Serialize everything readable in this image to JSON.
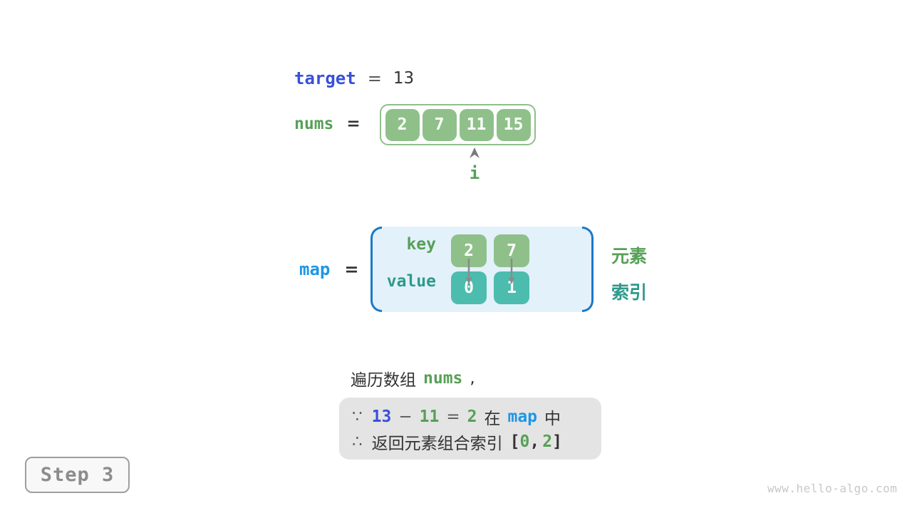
{
  "colors": {
    "array_green": "#8fc08a",
    "value_teal": "#4cbcae",
    "label_green": "#57a057",
    "label_teal": "#2f998b",
    "royal_blue": "#3a50d8",
    "bright_blue": "#1e96e6",
    "bracket_blue": "#1b79c6",
    "map_background": "#e3f1fa",
    "note_background": "#e4e4e4"
  },
  "target_row": {
    "label": "target",
    "equals": "=",
    "value": "13"
  },
  "nums_row": {
    "label": "nums",
    "equals": "=",
    "values": [
      "2",
      "7",
      "11",
      "15"
    ],
    "pointer": {
      "label": "i"
    }
  },
  "map_row": {
    "label": "map",
    "equals": "=",
    "key_label": "key",
    "value_label": "value",
    "entries": [
      {
        "key": "2",
        "value": "0"
      },
      {
        "key": "7",
        "value": "1"
      }
    ],
    "legend": {
      "element": "元素",
      "index": "索引"
    }
  },
  "narration": {
    "prefix": "遍历数组",
    "code": "nums",
    "suffix": ","
  },
  "conclusion": {
    "because": "∵",
    "minuend": "13",
    "minus": "−",
    "subtrahend": "11",
    "equals": "=",
    "difference": "2",
    "in_word": "在",
    "map_code": "map",
    "in_suffix": "中",
    "therefore": "∴",
    "return_text": "返回元素组合索引",
    "bracket_open": "[",
    "index_a": "0",
    "comma": ",",
    "index_b": "2",
    "bracket_close": "]"
  },
  "footer": {
    "step_label": "Step 3",
    "watermark": "www.hello-algo.com"
  }
}
